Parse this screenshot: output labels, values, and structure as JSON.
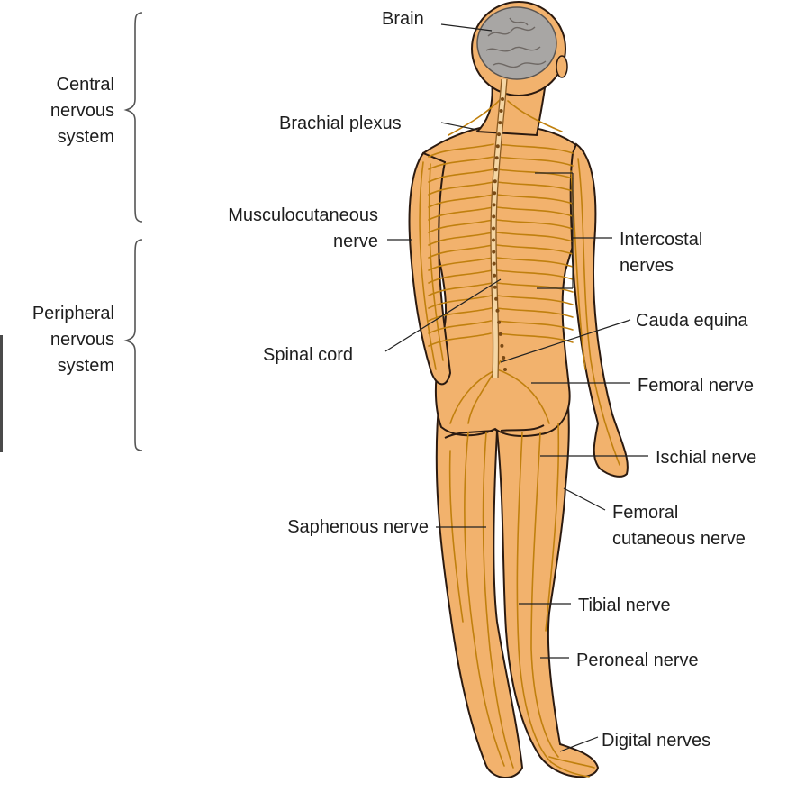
{
  "groups": {
    "central": [
      "Central",
      "nervous",
      "system"
    ],
    "peripheral": [
      "Peripheral",
      "nervous",
      "system"
    ]
  },
  "labels": {
    "brain": "Brain",
    "brachial_plexus": "Brachial plexus",
    "musculocutaneous": [
      "Musculocutaneous",
      "nerve"
    ],
    "spinal_cord": "Spinal cord",
    "saphenous": "Saphenous nerve",
    "intercostal": [
      "Intercostal",
      "nerves"
    ],
    "cauda_equina": "Cauda equina",
    "femoral": "Femoral nerve",
    "ischial": "Ischial nerve",
    "femoral_cutaneous": [
      "Femoral",
      "cutaneous nerve"
    ],
    "tibial": "Tibial nerve",
    "peroneal": "Peroneal nerve",
    "digital": "Digital nerves"
  },
  "colors": {
    "skin": "#f2b26d",
    "skin_outline": "#2b1a10",
    "nerve": "#c0800e",
    "brain": "#a8a6a4",
    "text": "#1e1e1e"
  }
}
